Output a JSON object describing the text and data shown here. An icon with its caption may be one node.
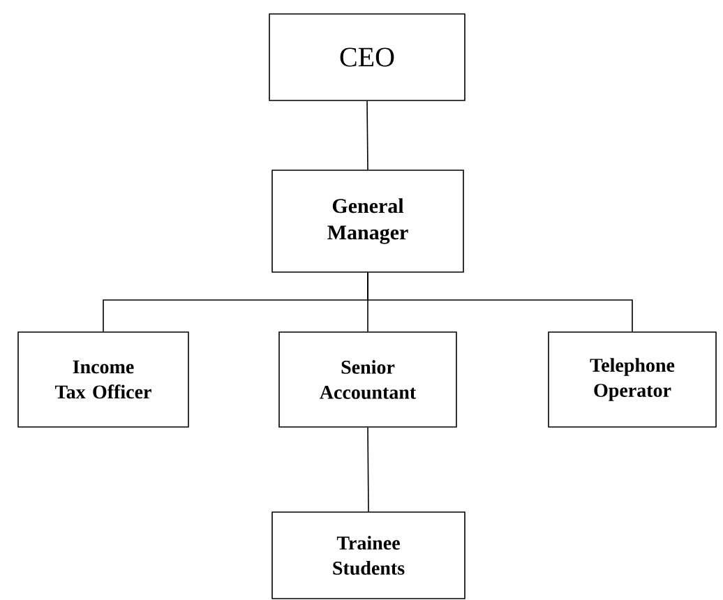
{
  "diagram": {
    "nodes": [
      {
        "text": [
          "CEO"
        ]
      },
      {
        "text": [
          "General Manager"
        ]
      },
      {
        "text": [
          "Income Tax Officer"
        ]
      },
      {
        "text": [
          "Senior Accountant"
        ]
      },
      {
        "text": [
          "Telephone Operator"
        ]
      },
      {
        "text": [
          "Trainee Students"
        ]
      }
    ],
    "edges": [
      {
        "from": 0,
        "to": 1,
        "arrow": "none"
      },
      {
        "from": 1,
        "to": 2,
        "arrow": "none"
      },
      {
        "from": 1,
        "to": 3,
        "arrow": "none"
      },
      {
        "from": 1,
        "to": 4,
        "arrow": "none"
      },
      {
        "from": 3,
        "to": 5,
        "arrow": "none"
      }
    ]
  }
}
